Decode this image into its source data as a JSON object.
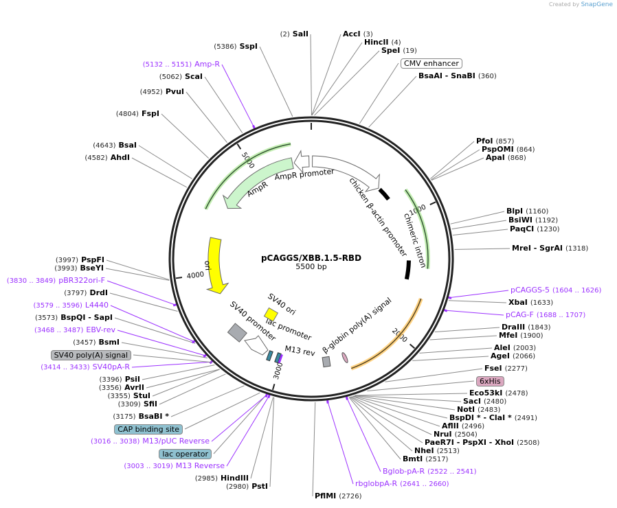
{
  "credit": {
    "prefix": "Created by",
    "brand": "SnapGene"
  },
  "plasmid": {
    "name": "pCAGGS/XBB.1.5-RBD",
    "length": "5500 bp"
  },
  "ruler_ticks": [
    "1000",
    "2000",
    "3000",
    "4000",
    "5000"
  ],
  "inner_features": {
    "ampr": "AmpR",
    "ampr_promoter": "AmpR promoter",
    "cba_promoter": "chicken β-actin promoter",
    "chimeric_intron": "chimeric intron",
    "ori": "ori",
    "sv40_ori": "SV40 ori",
    "sv40_promoter": "SV40 promoter",
    "lac_promoter": "lac promoter",
    "m13_rev": "M13 rev",
    "bglobin_polya": "β-globin poly(A) signal"
  },
  "feature_colors": {
    "ampr": "#ccf5cc",
    "ori": "#ffff00",
    "sv40": "#a8abb0",
    "intron_track": "#9be37f",
    "orange_track": "#ffc864",
    "his": "#dba8c0",
    "lac_operator": "#8fc1d0",
    "cap": "#8fc1d0",
    "sv40polya": "#b8babd",
    "primer": "#9b30ff"
  },
  "labels": [
    {
      "type": "enzyme",
      "side": "left",
      "name": "SalI",
      "pos": "(2)"
    },
    {
      "type": "enzyme",
      "side": "right",
      "name": "AccI",
      "pos": "(3)"
    },
    {
      "type": "enzyme",
      "side": "right",
      "name": "HincII",
      "pos": "(4)"
    },
    {
      "type": "enzyme",
      "side": "right",
      "name": "SpeI",
      "pos": "(19)"
    },
    {
      "type": "feat",
      "side": "right",
      "name": "CMV enhancer",
      "pos": "",
      "color": "#ffffff"
    },
    {
      "type": "enzyme",
      "side": "right",
      "name": "BsaAI  - SnaBI",
      "pos": "(360)"
    },
    {
      "type": "enzyme",
      "side": "left",
      "name": "SspI",
      "pos": "(5386)"
    },
    {
      "type": "primer",
      "side": "left",
      "name": "Amp-R",
      "pos": "(5132 .. 5151)"
    },
    {
      "type": "enzyme",
      "side": "left",
      "name": "ScaI",
      "pos": "(5062)"
    },
    {
      "type": "enzyme",
      "side": "left",
      "name": "PvuI",
      "pos": "(4952)"
    },
    {
      "type": "enzyme",
      "side": "left",
      "name": "FspI",
      "pos": "(4804)"
    },
    {
      "type": "enzyme",
      "side": "left",
      "name": "BsaI",
      "pos": "(4643)"
    },
    {
      "type": "enzyme",
      "side": "left",
      "name": "AhdI",
      "pos": "(4582)"
    },
    {
      "type": "enzyme",
      "side": "right",
      "name": "PfoI",
      "pos": "(857)"
    },
    {
      "type": "enzyme",
      "side": "right",
      "name": "PspOMI",
      "pos": "(864)"
    },
    {
      "type": "enzyme",
      "side": "right",
      "name": "ApaI",
      "pos": "(868)"
    },
    {
      "type": "enzyme",
      "side": "right",
      "name": "BlpI",
      "pos": "(1160)"
    },
    {
      "type": "enzyme",
      "side": "right",
      "name": "BsiWI",
      "pos": "(1192)"
    },
    {
      "type": "enzyme",
      "side": "right",
      "name": "PaqCI",
      "pos": "(1230)"
    },
    {
      "type": "enzyme",
      "side": "right",
      "name": "MreI  - SgrAI",
      "pos": "(1318)"
    },
    {
      "type": "primer",
      "side": "right",
      "name": "pCAGGS-5",
      "pos": "(1604 .. 1626)"
    },
    {
      "type": "enzyme",
      "side": "right",
      "name": "XbaI",
      "pos": "(1633)"
    },
    {
      "type": "primer",
      "side": "right",
      "name": "pCAG-F",
      "pos": "(1688 .. 1707)"
    },
    {
      "type": "enzyme",
      "side": "right",
      "name": "DraIII",
      "pos": "(1843)"
    },
    {
      "type": "enzyme",
      "side": "right",
      "name": "MfeI",
      "pos": "(1900)"
    },
    {
      "type": "enzyme",
      "side": "right",
      "name": "AleI",
      "pos": "(2003)"
    },
    {
      "type": "enzyme",
      "side": "right",
      "name": "AgeI",
      "pos": "(2066)"
    },
    {
      "type": "enzyme",
      "side": "right",
      "name": "FseI",
      "pos": "(2277)"
    },
    {
      "type": "feat",
      "side": "right",
      "name": "6xHis",
      "pos": "",
      "color": "#dba8c0"
    },
    {
      "type": "enzyme",
      "side": "right",
      "name": "Eco53kI",
      "pos": "(2478)"
    },
    {
      "type": "enzyme",
      "side": "right",
      "name": "SacI",
      "pos": "(2480)"
    },
    {
      "type": "enzyme",
      "side": "right",
      "name": "NotI",
      "pos": "(2483)"
    },
    {
      "type": "enzyme",
      "side": "right",
      "name": "BspDI *  - ClaI *",
      "pos": "(2491)"
    },
    {
      "type": "enzyme",
      "side": "right",
      "name": "AflII",
      "pos": "(2496)"
    },
    {
      "type": "enzyme",
      "side": "right",
      "name": "NruI",
      "pos": "(2504)"
    },
    {
      "type": "enzyme",
      "side": "right",
      "name": "PaeR7I  - PspXI  - XhoI",
      "pos": "(2508)"
    },
    {
      "type": "enzyme",
      "side": "right",
      "name": "NheI",
      "pos": "(2513)"
    },
    {
      "type": "enzyme",
      "side": "right",
      "name": "BmtI",
      "pos": "(2517)"
    },
    {
      "type": "primer",
      "side": "right",
      "name": "Bglob-pA-R",
      "pos": "(2522 .. 2541)"
    },
    {
      "type": "primer",
      "side": "right",
      "name": "rbglobpA-R",
      "pos": "(2641 .. 2660)"
    },
    {
      "type": "enzyme",
      "side": "right",
      "name": "PflMI",
      "pos": "(2726)"
    },
    {
      "type": "enzyme",
      "side": "left",
      "name": "PstI",
      "pos": "(2980)"
    },
    {
      "type": "enzyme",
      "side": "left",
      "name": "HindIII",
      "pos": "(2985)"
    },
    {
      "type": "primer",
      "side": "left",
      "name": "M13 Reverse",
      "pos": "(3003 .. 3019)"
    },
    {
      "type": "feat",
      "side": "left",
      "name": "lac operator",
      "pos": "",
      "color": "#8fc1d0"
    },
    {
      "type": "primer",
      "side": "left",
      "name": "M13/pUC Reverse",
      "pos": "(3016 .. 3038)"
    },
    {
      "type": "feat",
      "side": "left",
      "name": "CAP binding site",
      "pos": "",
      "color": "#8fc1d0"
    },
    {
      "type": "enzyme",
      "side": "left",
      "name": "BsaBI *",
      "pos": "(3175)"
    },
    {
      "type": "enzyme",
      "side": "left",
      "name": "SfiI",
      "pos": "(3309)"
    },
    {
      "type": "enzyme",
      "side": "left",
      "name": "StuI",
      "pos": "(3355)"
    },
    {
      "type": "enzyme",
      "side": "left",
      "name": "AvrII",
      "pos": "(3356)"
    },
    {
      "type": "enzyme",
      "side": "left",
      "name": "PsiI",
      "pos": "(3396)"
    },
    {
      "type": "primer",
      "side": "left",
      "name": "SV40pA-R",
      "pos": "(3414 .. 3433)"
    },
    {
      "type": "feat",
      "side": "left",
      "name": "SV40 poly(A) signal",
      "pos": "",
      "color": "#b8babd"
    },
    {
      "type": "enzyme",
      "side": "left",
      "name": "BsmI",
      "pos": "(3457)"
    },
    {
      "type": "primer",
      "side": "left",
      "name": "EBV-rev",
      "pos": "(3468 .. 3487)"
    },
    {
      "type": "enzyme",
      "side": "left",
      "name": "BspQI   - SapI",
      "pos": "(3573)"
    },
    {
      "type": "primer",
      "side": "left",
      "name": "L4440",
      "pos": "(3579 .. 3596)"
    },
    {
      "type": "enzyme",
      "side": "left",
      "name": "DrdI",
      "pos": "(3797)"
    },
    {
      "type": "primer",
      "side": "left",
      "name": "pBR322ori-F",
      "pos": "(3830 .. 3849)"
    },
    {
      "type": "enzyme",
      "side": "left",
      "name": "BseYI",
      "pos": "(3993)"
    },
    {
      "type": "enzyme",
      "side": "left",
      "name": "PspFI",
      "pos": "(3997)"
    }
  ]
}
